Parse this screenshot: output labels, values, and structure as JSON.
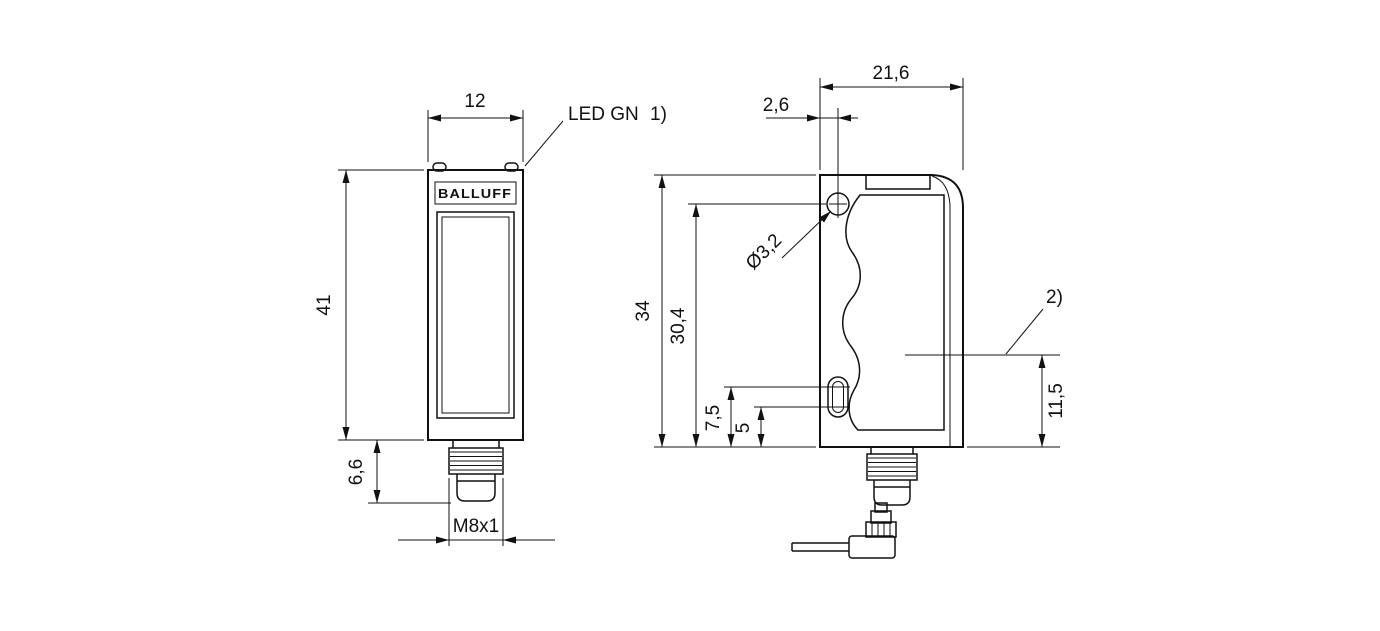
{
  "front_view": {
    "brand": "BALLUFF",
    "led_label": "LED GN",
    "led_note": "1)",
    "dims": {
      "width": "12",
      "height": "41",
      "thread_length": "6,6",
      "thread": "M8x1"
    }
  },
  "side_view": {
    "dims": {
      "depth": "21,6",
      "hole_offset": "2,6",
      "height": "34",
      "hole_height": "30,4",
      "slot_upper": "7,5",
      "slot_lower": "5",
      "window_height": "11,5",
      "hole_diameter": "Ø3,2"
    },
    "note": "2)"
  }
}
